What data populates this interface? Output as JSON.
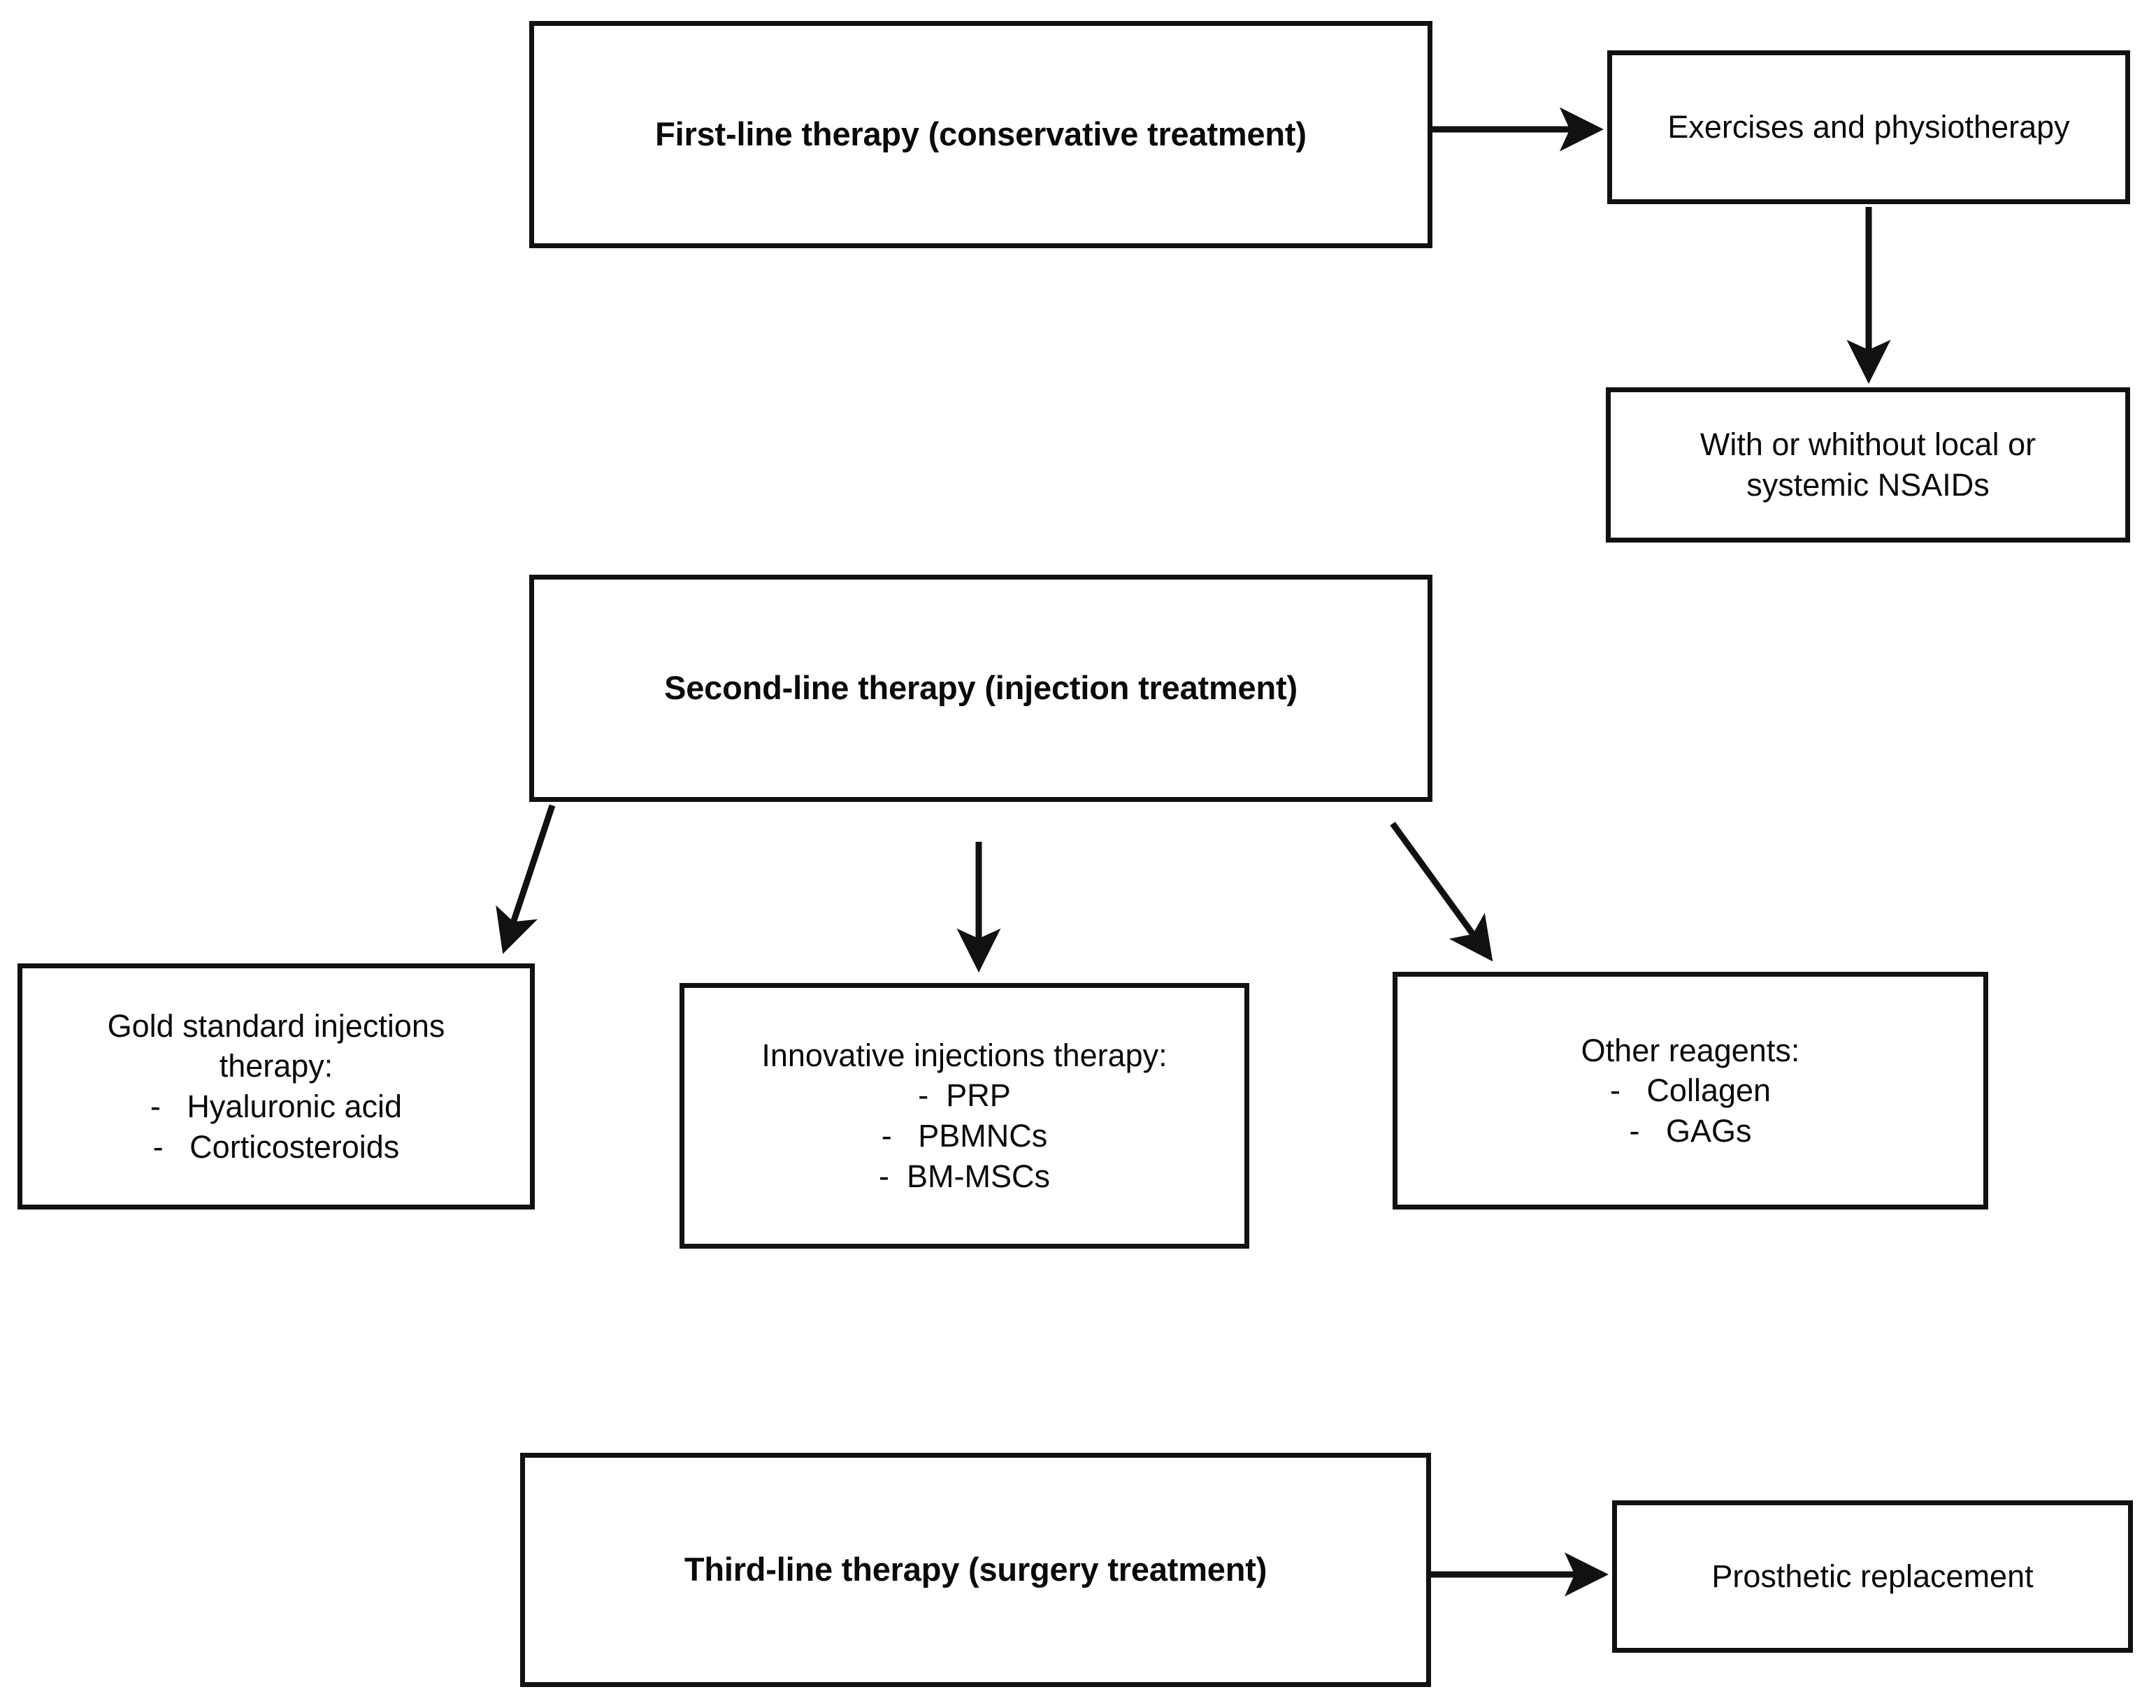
{
  "diagram": {
    "type": "flowchart",
    "orientation": "top-to-bottom",
    "nodes": {
      "first_line": {
        "label": "First-line therapy (conservative treatment)",
        "style": "bold"
      },
      "exercises": {
        "label": "Exercises and physiotherapy",
        "style": "regular"
      },
      "nsaids": {
        "line1": "With or whithout local or",
        "line2": "systemic NSAIDs",
        "style": "regular"
      },
      "second_line": {
        "label": "Second-line therapy (injection treatment)",
        "style": "bold"
      },
      "gold_standard": {
        "heading_line1": "Gold standard injections",
        "heading_line2": "therapy:",
        "bullets": [
          "-   Hyaluronic acid",
          "-   Corticosteroids"
        ]
      },
      "innovative": {
        "heading": "Innovative injections therapy:",
        "bullets": [
          "-  PRP",
          "-   PBMNCs",
          "-  BM-MSCs"
        ]
      },
      "other_reagents": {
        "heading": "Other reagents:",
        "bullets": [
          "-   Collagen",
          "-   GAGs"
        ]
      },
      "third_line": {
        "label": "Third-line therapy (surgery treatment)",
        "style": "bold"
      },
      "prosthetic": {
        "label": "Prosthetic replacement",
        "style": "regular"
      }
    },
    "edges": [
      {
        "from": "first_line",
        "to": "exercises",
        "direction": "right"
      },
      {
        "from": "exercises",
        "to": "nsaids",
        "direction": "down"
      },
      {
        "from": "second_line",
        "to": "gold_standard",
        "direction": "down-left"
      },
      {
        "from": "second_line",
        "to": "innovative",
        "direction": "down"
      },
      {
        "from": "second_line",
        "to": "other_reagents",
        "direction": "down-right"
      },
      {
        "from": "third_line",
        "to": "prosthetic",
        "direction": "right"
      }
    ],
    "colors": {
      "border": "#111111",
      "text": "#0a0a0a",
      "background": "#ffffff",
      "arrow": "#111111"
    }
  }
}
